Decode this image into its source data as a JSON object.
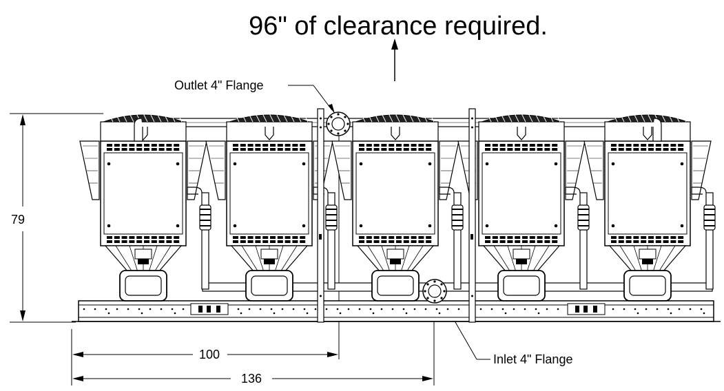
{
  "clearance_note": "96\" of clearance required.",
  "callouts": {
    "outlet": "Outlet 4\" Flange",
    "inlet": "Inlet 4\" Flange"
  },
  "dimensions": {
    "height": "79",
    "outlet_offset": "100",
    "inlet_offset": "136"
  },
  "module_count": 5
}
